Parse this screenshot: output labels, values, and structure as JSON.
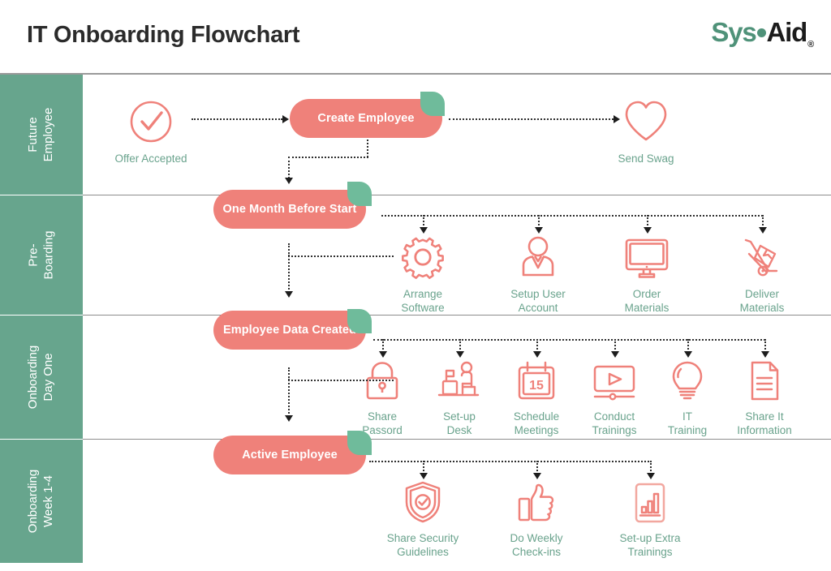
{
  "header": {
    "title": "IT Onboarding Flowchart",
    "logo": {
      "part1": "Sys",
      "part2": "Aid",
      "registered": "®"
    }
  },
  "lanes": [
    {
      "id": "future-employee",
      "label": "Future\nEmployee"
    },
    {
      "id": "pre-boarding",
      "label": "Pre-\nBoarding"
    },
    {
      "id": "onboarding-day-one",
      "label": "Onboarding\nDay One"
    },
    {
      "id": "onboarding-week",
      "label": "Onboarding\nWeek 1-4"
    }
  ],
  "pills": [
    {
      "id": "create-employee",
      "label": "Create Employee"
    },
    {
      "id": "one-month-before",
      "label": "One Month Before Start"
    },
    {
      "id": "employee-data-created",
      "label": "Employee Data Created"
    },
    {
      "id": "active-employee",
      "label": "Active Employee"
    }
  ],
  "nodes": {
    "offer_accepted": {
      "label": "Offer Accepted",
      "icon": "check-circle-icon"
    },
    "send_swag": {
      "label": "Send Swag",
      "icon": "heart-icon"
    },
    "arrange_software": {
      "label": "Arrange\nSoftware",
      "icon": "gear-icon"
    },
    "setup_user_account": {
      "label": "Setup User\nAccount",
      "icon": "user-icon"
    },
    "order_materials": {
      "label": "Order\nMaterials",
      "icon": "monitor-icon"
    },
    "deliver_materials": {
      "label": "Deliver\nMaterials",
      "icon": "hand-truck-icon"
    },
    "share_password": {
      "label": "Share\nPassord",
      "icon": "lock-icon"
    },
    "setup_desk": {
      "label": "Set-up\nDesk",
      "icon": "desk-person-icon"
    },
    "schedule_meetings": {
      "label": "Schedule\nMeetings",
      "icon": "calendar-icon",
      "day": "15"
    },
    "conduct_trainings": {
      "label": "Conduct\nTrainings",
      "icon": "video-player-icon"
    },
    "it_training": {
      "label": "IT\nTraining",
      "icon": "lightbulb-icon"
    },
    "share_it_information": {
      "label": "Share It\nInformation",
      "icon": "document-icon"
    },
    "share_security": {
      "label": "Share Security\nGuidelines",
      "icon": "shield-check-icon"
    },
    "weekly_checkins": {
      "label": "Do Weekly\nCheck-ins",
      "icon": "thumbs-up-icon"
    },
    "extra_trainings": {
      "label": "Set-up Extra\nTrainings",
      "icon": "bar-chart-icon"
    }
  },
  "colors": {
    "coral": "#ef817a",
    "green_band": "#67a58d",
    "leaf_green": "#6fbb9b",
    "caption_green": "#6aa38d",
    "logo_green": "#4f9279",
    "title_dark": "#2b2b2b"
  }
}
